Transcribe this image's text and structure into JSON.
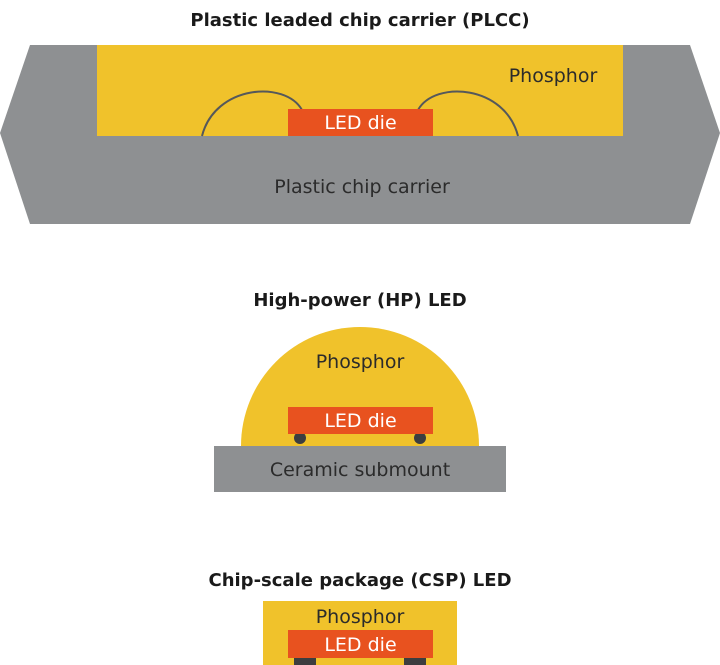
{
  "colors": {
    "phosphor": "#f0c22b",
    "led_die": "#e8521f",
    "carrier": "#8e9092",
    "wire": "#55585b",
    "contact": "#3c3e40"
  },
  "plcc": {
    "title": "Plastic leaded chip carrier (PLCC)",
    "phosphor_label": "Phosphor",
    "die_label": "LED die",
    "carrier_label": "Plastic chip carrier"
  },
  "hp": {
    "title": "High-power (HP) LED",
    "phosphor_label": "Phosphor",
    "die_label": "LED die",
    "submount_label": "Ceramic submount"
  },
  "csp": {
    "title": "Chip-scale package (CSP) LED",
    "phosphor_label": "Phosphor",
    "die_label": "LED die"
  }
}
